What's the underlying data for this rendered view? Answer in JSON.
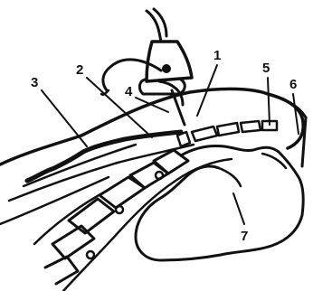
{
  "diagram": {
    "labels": [
      {
        "id": "label-1",
        "text": "1"
      },
      {
        "id": "label-2",
        "text": "2"
      },
      {
        "id": "label-3",
        "text": "3"
      },
      {
        "id": "label-4",
        "text": "4"
      },
      {
        "id": "label-5",
        "text": "5"
      },
      {
        "id": "label-6",
        "text": "6"
      },
      {
        "id": "label-7",
        "text": "7"
      }
    ]
  },
  "colors": {
    "ink": "#111111",
    "background": "#ffffff"
  },
  "icons": [
    "ultrasound-probe-icon"
  ]
}
